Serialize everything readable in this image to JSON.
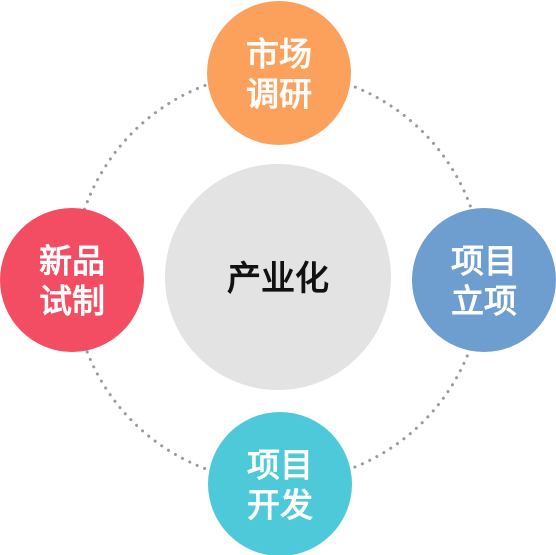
{
  "center": {
    "label": "产业化",
    "color": "#e3e3e3",
    "text_color": "#111111"
  },
  "nodes": [
    {
      "id": "market-research",
      "line1": "市场",
      "line2": "调研",
      "color": "#fca15c"
    },
    {
      "id": "project-initiation",
      "line1": "项目",
      "line2": "立项",
      "color": "#6e9dcf"
    },
    {
      "id": "project-development",
      "line1": "项目",
      "line2": "开发",
      "color": "#4dc9d9"
    },
    {
      "id": "new-product-trial",
      "line1": "新品",
      "line2": "试制",
      "color": "#f34d63"
    }
  ],
  "ring": {
    "color": "#9a9a9a",
    "style": "dotted"
  },
  "node_text_color": "#ffffff"
}
